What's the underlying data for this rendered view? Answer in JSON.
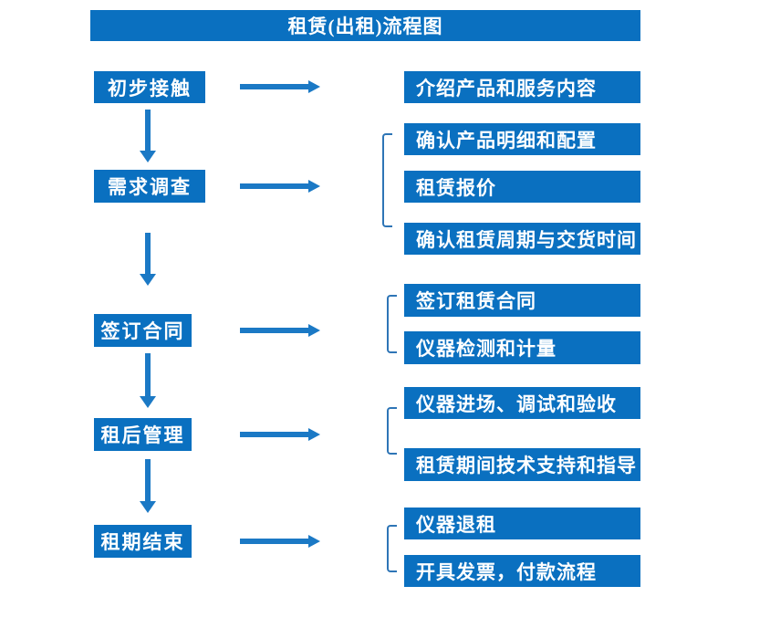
{
  "title": "租赁(出租)流程图",
  "colors": {
    "box": "#0a70c0",
    "arrow": "#1b79c5",
    "bracket": "#2e75b6",
    "text": "#ffffff",
    "bg": "#ffffff"
  },
  "steps": [
    {
      "label": "初步接触",
      "details": [
        "介绍产品和服务内容"
      ]
    },
    {
      "label": "需求调查",
      "details": [
        "确认产品明细和配置",
        "租赁报价",
        "确认租赁周期与交货时间"
      ]
    },
    {
      "label": "签订合同",
      "details": [
        "签订租赁合同",
        "仪器检测和计量"
      ]
    },
    {
      "label": "租后管理",
      "details": [
        "仪器进场、调试和验收",
        "租赁期间技术支持和指导"
      ]
    },
    {
      "label": "租期结束",
      "details": [
        "仪器退租",
        "开具发票，付款流程"
      ]
    }
  ]
}
